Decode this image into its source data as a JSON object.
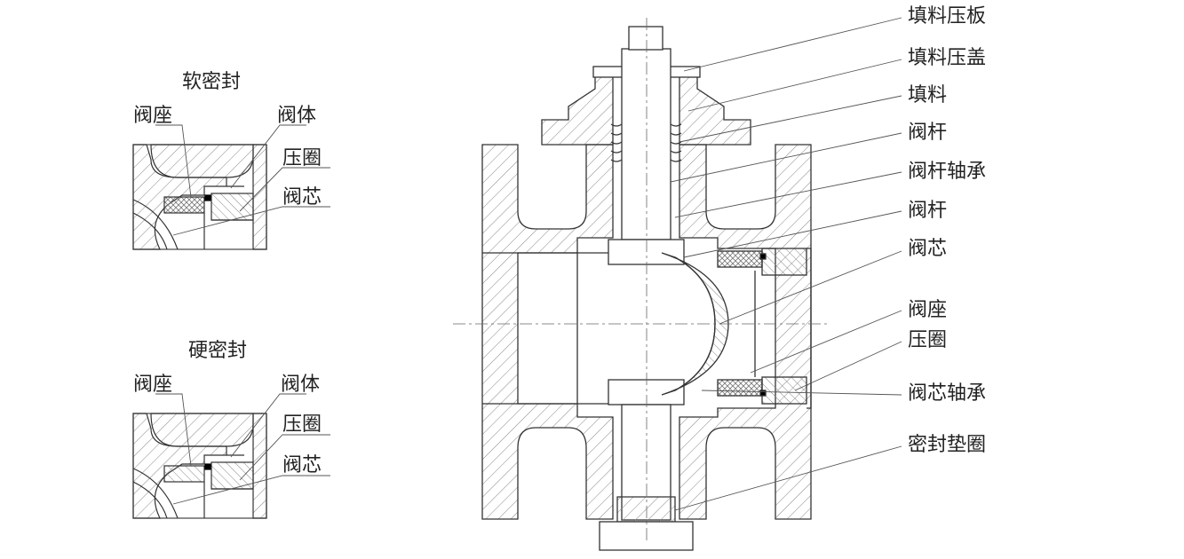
{
  "soft_seal": {
    "title": "软密封",
    "labels": {
      "seat": "阀座",
      "body": "阀体",
      "ring": "压圈",
      "core": "阀芯"
    }
  },
  "hard_seal": {
    "title": "硬密封",
    "labels": {
      "seat": "阀座",
      "body": "阀体",
      "ring": "压圈",
      "core": "阀芯"
    }
  },
  "main_labels": [
    "填料压板",
    "填料压盖",
    "填料",
    "阀杆",
    "阀杆轴承",
    "阀杆",
    "阀芯",
    "阀座",
    "压圈",
    "阀芯轴承",
    "密封垫圈"
  ]
}
